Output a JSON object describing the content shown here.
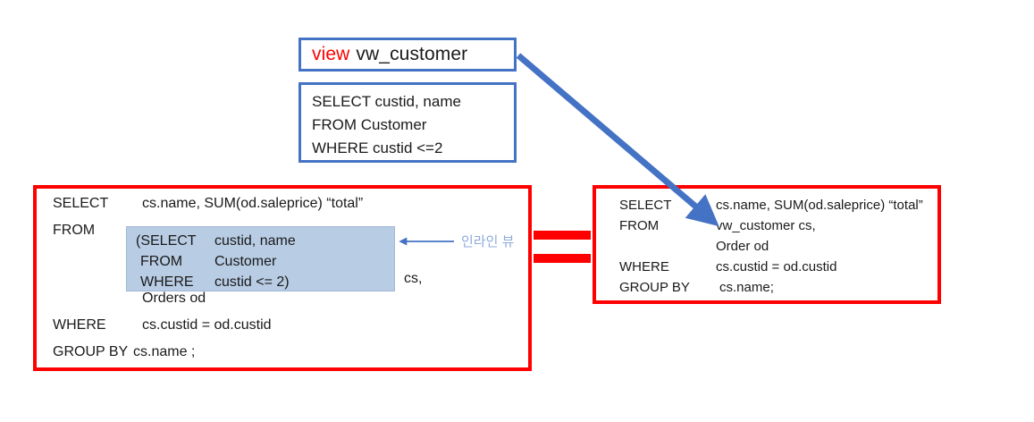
{
  "diagram": {
    "title_semantic": "SQL view definition compared with an equivalent inline view query",
    "colors": {
      "view_box_border": "#4472c4",
      "query_box_border": "#ff0000",
      "keyword_highlight": "#ff0000",
      "inline_view_fill": "#b8cce4",
      "annotation_text": "#8faadc",
      "arrow": "#4472c4",
      "text": "#1a1a1a",
      "background": "#ffffff"
    }
  },
  "view_definition": {
    "header": {
      "keyword": "view",
      "name": "vw_customer"
    },
    "body_lines": [
      "SELECT custid, name",
      "FROM Customer",
      "WHERE custid <=2"
    ]
  },
  "left_query": {
    "lines": [
      {
        "keyword": "SELECT",
        "value": "cs.name,  SUM(od.saleprice) “total”"
      },
      {
        "keyword": "FROM",
        "value": ""
      },
      {
        "keyword": "",
        "value": "Orders od"
      },
      {
        "keyword": "WHERE",
        "value": "cs.custid = od.custid"
      },
      {
        "keyword": "GROUP BY",
        "value": "cs.name ;"
      }
    ],
    "inline_view": {
      "lines": [
        {
          "keyword": "(SELECT",
          "value": "custid, name"
        },
        {
          "keyword": "FROM",
          "value": "Customer"
        },
        {
          "keyword": "WHERE",
          "value": "custid <= 2)"
        }
      ],
      "alias": "cs,"
    }
  },
  "right_query": {
    "lines": [
      {
        "keyword": "SELECT",
        "value": "cs.name, SUM(od.saleprice) “total”"
      },
      {
        "keyword": "FROM",
        "value": "vw_customer cs,"
      },
      {
        "keyword": "",
        "value": "Order od"
      },
      {
        "keyword": "WHERE",
        "value": "cs.custid = od.custid"
      },
      {
        "keyword": "GROUP BY",
        "value": "cs.name;"
      }
    ]
  },
  "annotations": {
    "inline_view_label": "인라인 뷰",
    "equivalence_symbol": "="
  }
}
